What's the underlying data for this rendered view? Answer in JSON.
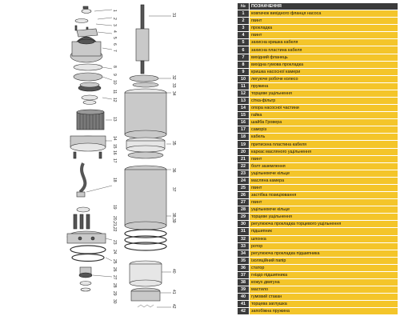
{
  "legend": {
    "header": {
      "num": "№",
      "label": "ПОЗНАЧЕННЯ"
    },
    "rows": [
      {
        "num": "1",
        "label": "ковпачок вихідного фланця насоса"
      },
      {
        "num": "2",
        "label": "гвинт"
      },
      {
        "num": "3",
        "label": "прокладка"
      },
      {
        "num": "4",
        "label": "гвинт"
      },
      {
        "num": "5",
        "label": "захисна кришка кабеля"
      },
      {
        "num": "6",
        "label": "захисна пластина кабеля"
      },
      {
        "num": "7",
        "label": "вихідний фланець"
      },
      {
        "num": "8",
        "label": "вихідна гумова прокладка"
      },
      {
        "num": "9",
        "label": "кришка насосної камери"
      },
      {
        "num": "10",
        "label": "легуюче робоче колесо"
      },
      {
        "num": "11",
        "label": "пружина"
      },
      {
        "num": "12",
        "label": "торцеве ущільнення"
      },
      {
        "num": "13",
        "label": "сітка-фільтр"
      },
      {
        "num": "14",
        "label": "опора насосної частини"
      },
      {
        "num": "15",
        "label": "гайка"
      },
      {
        "num": "16",
        "label": "шайба Гровера"
      },
      {
        "num": "17",
        "label": "саморіз"
      },
      {
        "num": "18",
        "label": "кабель"
      },
      {
        "num": "19",
        "label": "притискна пластина кабеля"
      },
      {
        "num": "20",
        "label": "каркас масляного ущільнення"
      },
      {
        "num": "21",
        "label": "гвинт"
      },
      {
        "num": "22",
        "label": "болт заземлення"
      },
      {
        "num": "23",
        "label": "ущільнююче кільце"
      },
      {
        "num": "24",
        "label": "масляна камера"
      },
      {
        "num": "25",
        "label": "гвинт"
      },
      {
        "num": "26",
        "label": "застібка позиціювання"
      },
      {
        "num": "27",
        "label": "гвинт"
      },
      {
        "num": "28",
        "label": "ущільнююче кільце"
      },
      {
        "num": "29",
        "label": "торцеве ущільнення"
      },
      {
        "num": "30",
        "label": "регулююча прокладка торцевого ущільнення"
      },
      {
        "num": "31",
        "label": "підшипник"
      },
      {
        "num": "32",
        "label": "шпонка"
      },
      {
        "num": "33",
        "label": "ротор"
      },
      {
        "num": "34",
        "label": "регулююча прокладка підшипника"
      },
      {
        "num": "35",
        "label": "ізоляційний папір"
      },
      {
        "num": "36",
        "label": "статор"
      },
      {
        "num": "37",
        "label": "гніздо підшипника"
      },
      {
        "num": "38",
        "label": "кожух двигуна"
      },
      {
        "num": "39",
        "label": "мастило"
      },
      {
        "num": "40",
        "label": "гумовий стакан"
      },
      {
        "num": "41",
        "label": "торцева заглушка"
      },
      {
        "num": "42",
        "label": "запобіжна пружина"
      }
    ]
  },
  "callouts": [
    {
      "id": "c1",
      "text": "1"
    },
    {
      "id": "c2",
      "text": "2"
    },
    {
      "id": "c3",
      "text": "3"
    },
    {
      "id": "c4",
      "text": "4"
    },
    {
      "id": "c5",
      "text": "5"
    },
    {
      "id": "c6",
      "text": "6"
    },
    {
      "id": "c7",
      "text": "7"
    },
    {
      "id": "c8",
      "text": "8"
    },
    {
      "id": "c9",
      "text": "9"
    },
    {
      "id": "c10",
      "text": "10"
    },
    {
      "id": "c11",
      "text": "11"
    },
    {
      "id": "c12",
      "text": "12"
    },
    {
      "id": "c13",
      "text": "13"
    },
    {
      "id": "c14",
      "text": "14"
    },
    {
      "id": "c15",
      "text": "15"
    },
    {
      "id": "c16",
      "text": "16"
    },
    {
      "id": "c17",
      "text": "17"
    },
    {
      "id": "c18",
      "text": "18"
    },
    {
      "id": "c19",
      "text": "19"
    },
    {
      "id": "c20",
      "text": "20,21,22"
    },
    {
      "id": "c23",
      "text": "23"
    },
    {
      "id": "c24",
      "text": "24"
    },
    {
      "id": "c25",
      "text": "25"
    },
    {
      "id": "c26",
      "text": "26"
    },
    {
      "id": "c27",
      "text": "27"
    },
    {
      "id": "c28",
      "text": "28"
    },
    {
      "id": "c29",
      "text": "29"
    },
    {
      "id": "c30",
      "text": "30"
    },
    {
      "id": "c31",
      "text": "31"
    },
    {
      "id": "c32",
      "text": "32"
    },
    {
      "id": "c33",
      "text": "33"
    },
    {
      "id": "c34",
      "text": "34"
    },
    {
      "id": "c35",
      "text": "35"
    },
    {
      "id": "c36",
      "text": "36"
    },
    {
      "id": "c37",
      "text": "37"
    },
    {
      "id": "c38",
      "text": "38,39"
    },
    {
      "id": "c40",
      "text": "40"
    },
    {
      "id": "c41",
      "text": "41"
    },
    {
      "id": "c42",
      "text": "42"
    }
  ]
}
